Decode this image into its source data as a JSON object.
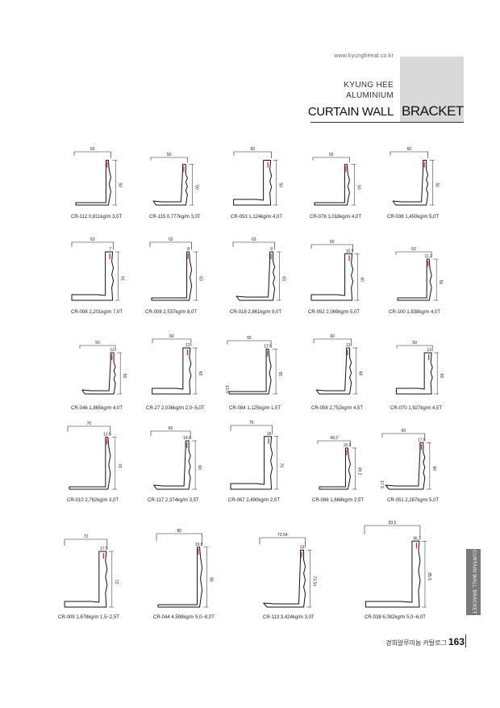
{
  "header": {
    "url": "www.kyungheeal.co.kr",
    "brand_line1": "KYUNG HEE",
    "brand_line2": "ALUMINIUM",
    "category": "CURTAIN WALL",
    "title": "BRACKET"
  },
  "side_tab": "CURTAIN WALL BRACKET",
  "footer": {
    "company": "경희알루미늄 카탈로그",
    "page": "163"
  },
  "items": [
    {
      "code": "CR-112",
      "caption": "CR-112  0,811kg/m  3,0T",
      "dims": [
        "60",
        "50"
      ]
    },
    {
      "code": "CR-115",
      "caption": "CR-115  0,777kg/m  3,0T",
      "dims": [
        "50",
        "50"
      ]
    },
    {
      "code": "CR-053",
      "caption": "CR-053  1,124kg/m  4,0T",
      "dims": [
        "60",
        "50"
      ]
    },
    {
      "code": "CR-078",
      "caption": "CR-078  1,018kg/m  4,0T",
      "dims": [
        "50",
        "50"
      ]
    },
    {
      "code": "CR-036",
      "caption": "CR-036  1,450kg/m  5,0T",
      "dims": [
        "60",
        "50"
      ]
    },
    {
      "code": "CR-098",
      "caption": "CR-098  2,201kg/m  7,0T",
      "dims": [
        "63",
        "7",
        "61"
      ]
    },
    {
      "code": "CR-008",
      "caption": "CR-008  2,537kg/m  8,0T",
      "dims": [
        "63",
        "8",
        "63"
      ]
    },
    {
      "code": "CR-018",
      "caption": "CR-018  2,861kg/m  9,0T",
      "dims": [
        "63",
        "9",
        "63"
      ]
    },
    {
      "code": "CR-052",
      "caption": "CR-052  2,069kg/m  5,0T",
      "dims": [
        "60",
        "10.5",
        "60"
      ]
    },
    {
      "code": "CR-100",
      "caption": "CR-100  1,838kg/m  4,0T",
      "dims": [
        "50",
        "11.2",
        "50"
      ]
    },
    {
      "code": "CR-046",
      "caption": "CR-046  1,865kg/m  4,0T",
      "dims": [
        "50",
        "12",
        "50"
      ]
    },
    {
      "code": "CR-27",
      "caption": "CR-27  2,036kg/m  2,0~5,0T",
      "dims": [
        "60",
        "12",
        "60"
      ]
    },
    {
      "code": "CR-084",
      "caption": "CR-084  1,125kg/m  1,5T",
      "dims": [
        "55",
        "12.5",
        "55",
        "13.5"
      ]
    },
    {
      "code": "CR-058",
      "caption": "CR-058  2,752kg/m  4,5T",
      "dims": [
        "60",
        "13",
        "60"
      ]
    },
    {
      "code": "CR-070",
      "caption": "CR-070  1,927kg/m  4,5T",
      "dims": [
        "50",
        "13",
        "50"
      ]
    },
    {
      "code": "CR-010",
      "caption": "CR-010  2,762kg/m  3,0T",
      "dims": [
        "70",
        "13.5",
        "70"
      ]
    },
    {
      "code": "CR-117",
      "caption": "CR-117  2,374kg/m  3,5T",
      "dims": [
        "60",
        "14.5",
        "60"
      ]
    },
    {
      "code": "CR-067",
      "caption": "CR-067  2,490kg/m  2,5T",
      "dims": [
        "70",
        "15",
        "70"
      ]
    },
    {
      "code": "CR-086",
      "caption": "CR-086  1,668kg/m  2,5T",
      "dims": [
        "49.2",
        "15.5",
        "49.2"
      ]
    },
    {
      "code": "CR-051",
      "caption": "CR-051  2,287kg/m  5,0T",
      "dims": [
        "60",
        "17.5",
        "60",
        "17.5"
      ]
    },
    {
      "code": "CR-009",
      "caption": "CR-009  1,678kg/m  1,5~2,5T",
      "dims": [
        "72",
        "17.5",
        "72"
      ]
    },
    {
      "code": "CR-044",
      "caption": "CR-044  4,598kg/m  5,0~8,0T",
      "dims": [
        "80",
        "19.8",
        "80"
      ]
    },
    {
      "code": "CR-113",
      "caption": "CR-113  3,424kg/m  3,0T",
      "dims": [
        "73.54",
        "33",
        "73.54"
      ]
    },
    {
      "code": "CR-038",
      "caption": "CR-038  6,082kg/m  5,0~6,0T",
      "dims": [
        "93.5",
        "36.3",
        "85.5"
      ]
    }
  ]
}
